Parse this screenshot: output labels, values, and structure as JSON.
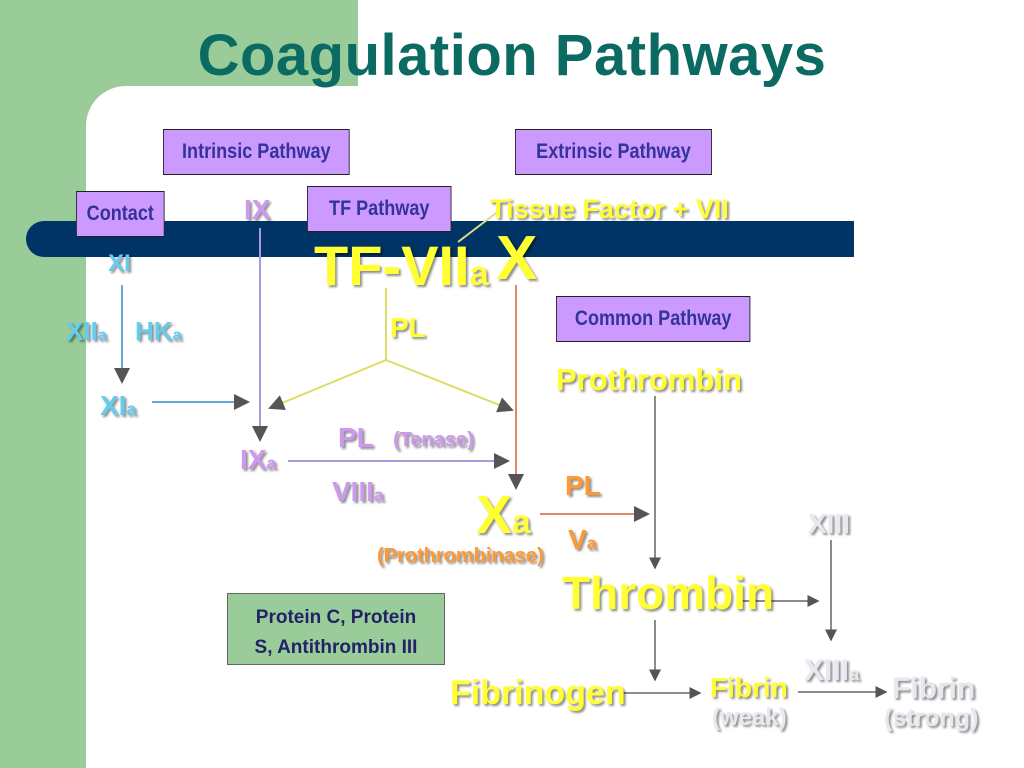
{
  "title": "Coagulation Pathways",
  "boxes": {
    "intrinsic": "Intrinsic Pathway",
    "extrinsic": "Extrinsic Pathway",
    "contact": "Contact",
    "tf_pathway": "TF Pathway",
    "common": "Common Pathway"
  },
  "factors": {
    "xi": "XI",
    "xiia": {
      "main": "XII",
      "sub": "a"
    },
    "hka": {
      "main": "HK",
      "sub": "a"
    },
    "xia": {
      "main": "XI",
      "sub": "a"
    },
    "ix": "IX",
    "ixa": {
      "main": "IX",
      "sub": "a"
    },
    "tissue_factor": "Tissue Factor + VII",
    "tf_viia": {
      "main": "TF-VII",
      "sub": "a"
    },
    "x": "X",
    "pl_top": "PL",
    "pl_mid": "PL",
    "tenase": "(Tenase)",
    "viiia": {
      "main": "VIII",
      "sub": "a"
    },
    "xa": {
      "main": "X",
      "sub": "a"
    },
    "prothrombinase": "(Prothrombinase)",
    "pl_right": "PL",
    "va": {
      "main": "V",
      "sub": "a"
    },
    "prothrombin": "Prothrombin",
    "thrombin": "Thrombin",
    "fibrinogen": "Fibrinogen",
    "fibrin_weak": "Fibrin",
    "fibrin_weak_note": "(weak)",
    "xiii": "XIII",
    "xiiia": {
      "main": "XIII",
      "sub": "a"
    },
    "fibrin_strong": "Fibrin",
    "fibrin_strong_note": "(strong)"
  },
  "inhibitors": {
    "line1": "Protein C, Protein",
    "line2": "S, Antithrombin III"
  },
  "colors": {
    "title": "#0b6b63",
    "box_fill": "#cc99ff",
    "navy_bar": "#003366",
    "green": "#99cc99",
    "yellow_text": "#ffff33",
    "cyan_text": "#66ccee",
    "lavender_text": "#cc99ee",
    "orange_text": "#ff9933"
  }
}
